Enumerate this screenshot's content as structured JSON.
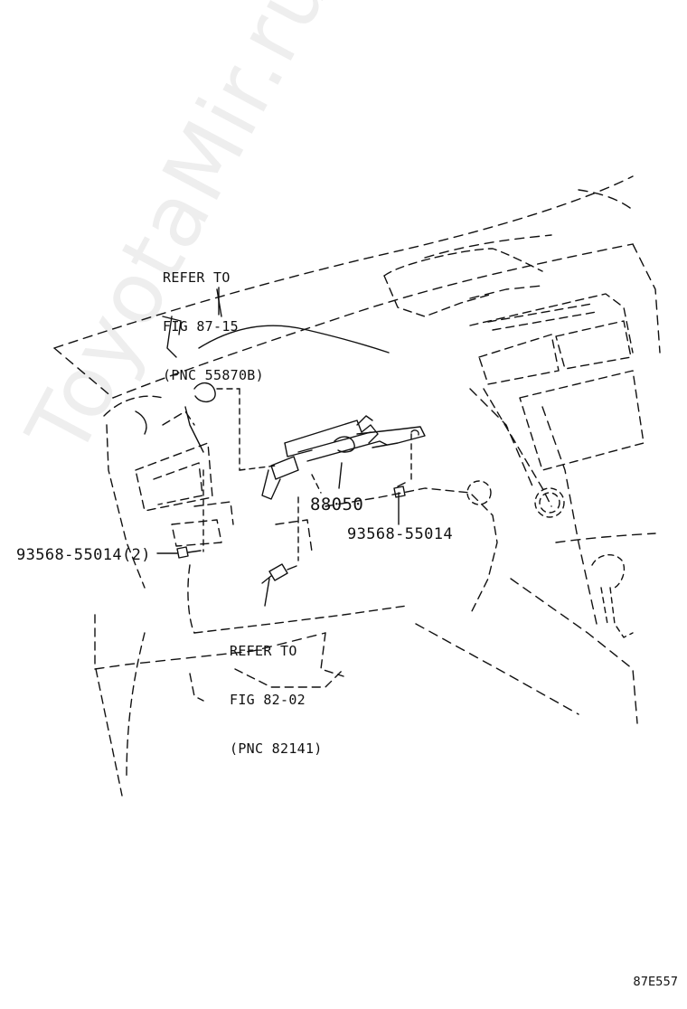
{
  "watermark": "ToyotaMir.ru",
  "callouts": {
    "top": {
      "line1": "REFER TO",
      "line2": "FIG 87-15",
      "line3": "(PNC 55870B)"
    },
    "bottom": {
      "line1": "REFER TO",
      "line2": "FIG 82-02",
      "line3": "(PNC 82141)"
    }
  },
  "parts": {
    "main_part": "88050",
    "bolt_right": "93568-55014",
    "bolt_left": "93568-55014(2)"
  },
  "figure_code": "87E557"
}
